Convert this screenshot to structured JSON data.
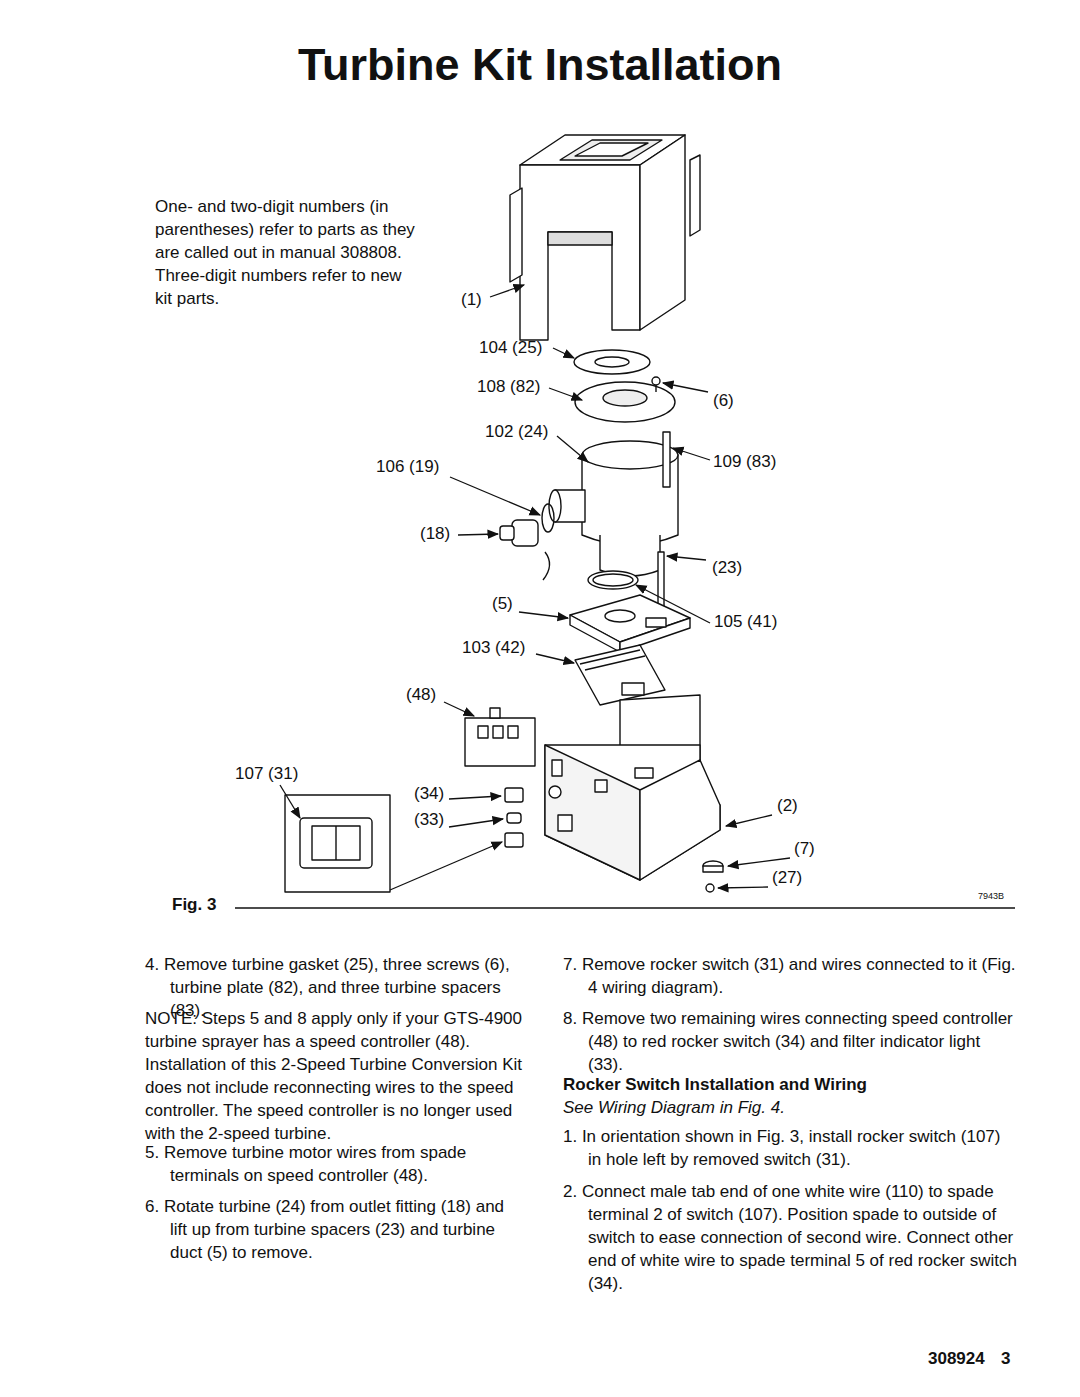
{
  "diagram": {
    "title": "Turbine Kit Installation",
    "caption": "Fig. 3",
    "labels": [
      "One- and two-digit numbers (in parentheses) refer to parts as they are called out in manual 308808. Three-digit numbers refer to new kit parts.",
      "(1)",
      "104 (25)",
      "108 (82)",
      "(6)",
      "102 (24)",
      "109 (83)",
      "106 (19)",
      "(18)",
      "(23)",
      "(5)",
      "105 (41)",
      "103 (42)",
      "(48)",
      "107 (31)",
      "(34)",
      "(33)",
      "(2)",
      "(7)",
      "(27)",
      "7943B",
      "4. Remove turbine gasket (25), three screws (6), turbine plate (82), and three turbine spacers (83).",
      "NOTE: Steps 5 and 8 apply only if your GTS-4900 turbine sprayer has a speed controller (48). Installation of this 2-Speed Turbine Conversion Kit does not include reconnecting wires to the speed controller. The speed controller is no longer used with the 2-speed turbine.",
      "5. Remove turbine motor wires from spade terminals on speed controller (48).",
      "6. Rotate turbine (24) from outlet fitting (18) and lift up from turbine spacers (23) and turbine duct (5) to remove.",
      "7. Remove rocker switch (31) and wires connected to it (Fig. 4 wiring diagram).",
      "8. Remove two remaining wires connecting speed controller (48) to red rocker switch (34) and filter indicator light (33).",
      "Rocker Switch Installation and Wiring",
      "See Wiring Diagram in Fig. 4.",
      "1. In orientation shown in Fig. 3, install rocker switch (107) in hole left by removed switch (31).",
      "2. Connect male tab end of one white wire (110) to spade terminal 2 of switch (107). Position spade to outside of switch to ease connection of second wire. Connect other end of white wire to spade terminal 5 of red rocker switch (34).",
      "308924",
      "3"
    ]
  }
}
